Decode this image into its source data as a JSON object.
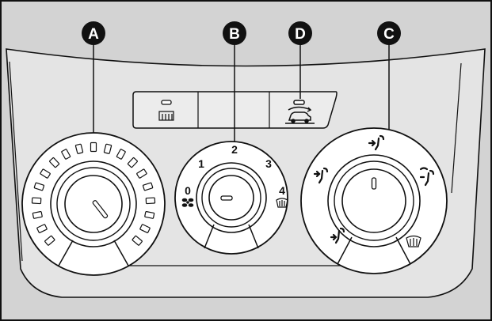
{
  "callouts": {
    "a": "A",
    "b": "B",
    "c": "C",
    "d": "D"
  },
  "fan_speeds": [
    "0",
    "1",
    "2",
    "3",
    "4"
  ],
  "icons": {
    "fan": "fan-icon",
    "rear_defrost": "rear-window-defrost-icon",
    "recirculation": "air-recirculation-icon",
    "windscreen_defrost": "windscreen-defrost-icon",
    "air_to_face": "air-to-face-icon",
    "air_to_feet": "air-to-feet-icon",
    "air_face_feet": "air-face-and-feet-icon",
    "air_feet_screen": "air-feet-and-windscreen-icon"
  },
  "colors": {
    "background": "#d4d4d4",
    "panel": "#e2e2e2",
    "line": "#111111",
    "knob": "#ffffff",
    "callout": "#111111"
  }
}
